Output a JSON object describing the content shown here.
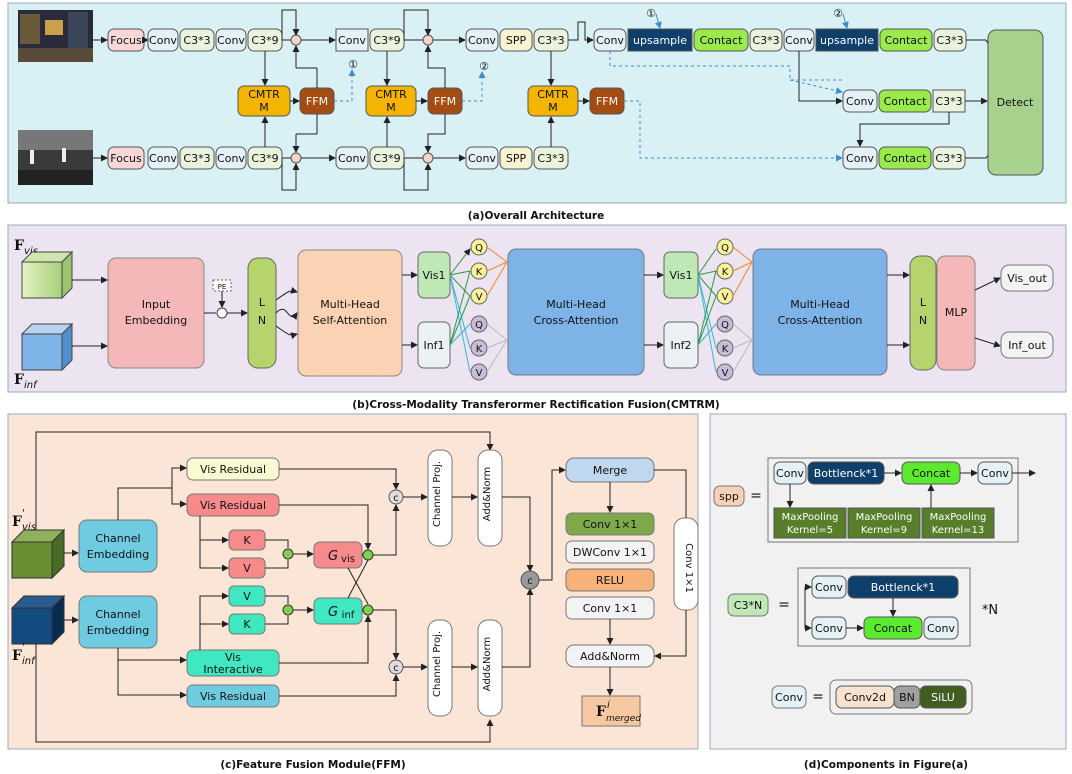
{
  "panel_a": {
    "caption": "(a)Overall Architecture",
    "focus": "Focus",
    "conv": "Conv",
    "c3x3": "C3*3",
    "c3x9": "C3*9",
    "spp": "SPP",
    "cmtrm_line1": "CMTR",
    "cmtrm_line2": "M",
    "ffm": "FFM",
    "upsample": "upsample",
    "contact": "Contact",
    "detect": "Detect",
    "marker1": "①",
    "marker2": "②"
  },
  "panel_b": {
    "caption": "(b)Cross-Modality Transferormer Rectification Fusion(CMTRM)",
    "f_vis_main": "F",
    "f_vis_sub": "vis",
    "f_inf_main": "F",
    "f_inf_sub": "inf",
    "input_embedding_l1": "Input",
    "input_embedding_l2": "Embedding",
    "pe": "PE",
    "ln_l1": "L",
    "ln_l2": "N",
    "mhsa_l1": "Multi-Head",
    "mhsa_l2": "Self-Attention",
    "vis1": "Vis1",
    "inf1": "Inf1",
    "vis1b": "Vis1",
    "inf2": "Inf2",
    "q": "Q",
    "k": "K",
    "v": "V",
    "mhca_l1": "Multi-Head",
    "mhca_l2": "Cross-Attention",
    "mlp": "MLP",
    "vis_out": "Vis_out",
    "inf_out": "Inf_out"
  },
  "panel_c": {
    "caption": "(c)Feature Fusion Module(FFM)",
    "fvis_main": "F",
    "fvis_sup": "'",
    "fvis_sub": "vis",
    "finf_main": "F",
    "finf_sup": "'",
    "finf_sub": "inf",
    "channel_embedding_l1": "Channel",
    "channel_embedding_l2": "Embedding",
    "vis_residual": "Vis Residual",
    "vis_interactive_l1": "Vis",
    "vis_interactive_l2": "Interactive",
    "k": "K",
    "v": "V",
    "g_vis_main": "G",
    "g_vis_sub": "vis",
    "g_inf_main": "G",
    "g_inf_sub": "inf",
    "channel_proj": "Channel Proj.",
    "add_norm": "Add&Norm",
    "c": "c",
    "merge": "Merge",
    "conv1x1": "Conv 1×1",
    "dwconv1x1": "DWConv 1×1",
    "relu": "RELU",
    "f_merged_main": "F",
    "f_merged_sup": "i",
    "f_merged_sub": "merged"
  },
  "panel_d": {
    "caption": "(d)Components in Figure(a)",
    "spp": "spp",
    "eq": "=",
    "conv": "Conv",
    "bottleneck1": "Bottlenck*1",
    "concat": "Concat",
    "maxpool": "MaxPooling",
    "k5": "Kernel=5",
    "k9": "Kernel=9",
    "k13": "Kernel=13",
    "c3n": "C3*N",
    "times_n": "*N",
    "conv2d": "Conv2d",
    "bn": "BN",
    "silu": "SiLU"
  },
  "colors": {
    "panel_a_bg": "#d9f0f5",
    "panel_b_bg": "#ece4f1",
    "panel_c_bg": "#fbe5d6",
    "panel_d_bg": "#f1f1f1",
    "cmtrm": "#f5b400",
    "ffm": "#a44c12",
    "upsample": "#0f3f6b",
    "contact": "#9aea4c",
    "detect": "#a7d18c"
  }
}
